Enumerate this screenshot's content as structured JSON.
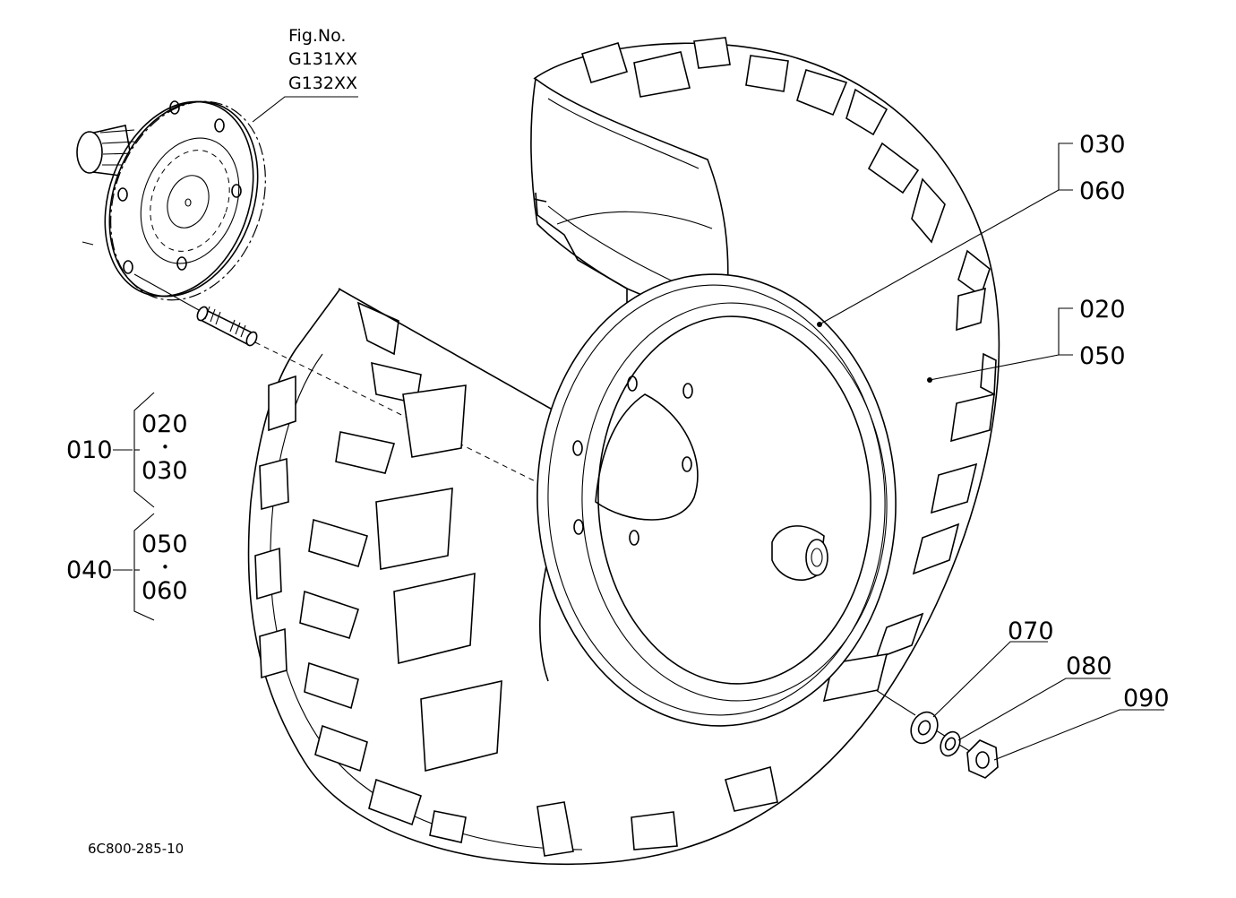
{
  "figure": {
    "header_lines": [
      "Fig.No.",
      "G131XX",
      "G132XX"
    ],
    "drawing_code": "6C800-285-10"
  },
  "callouts": {
    "c030_top": "030",
    "c060_top": "060",
    "c020_right": "020",
    "c050_right": "050",
    "c070": "070",
    "c080": "080",
    "c090": "090"
  },
  "assemblies": [
    {
      "id": "010",
      "parts": [
        "020",
        "030"
      ],
      "separator": "•"
    },
    {
      "id": "040",
      "parts": [
        "050",
        "060"
      ],
      "separator": "•"
    }
  ]
}
